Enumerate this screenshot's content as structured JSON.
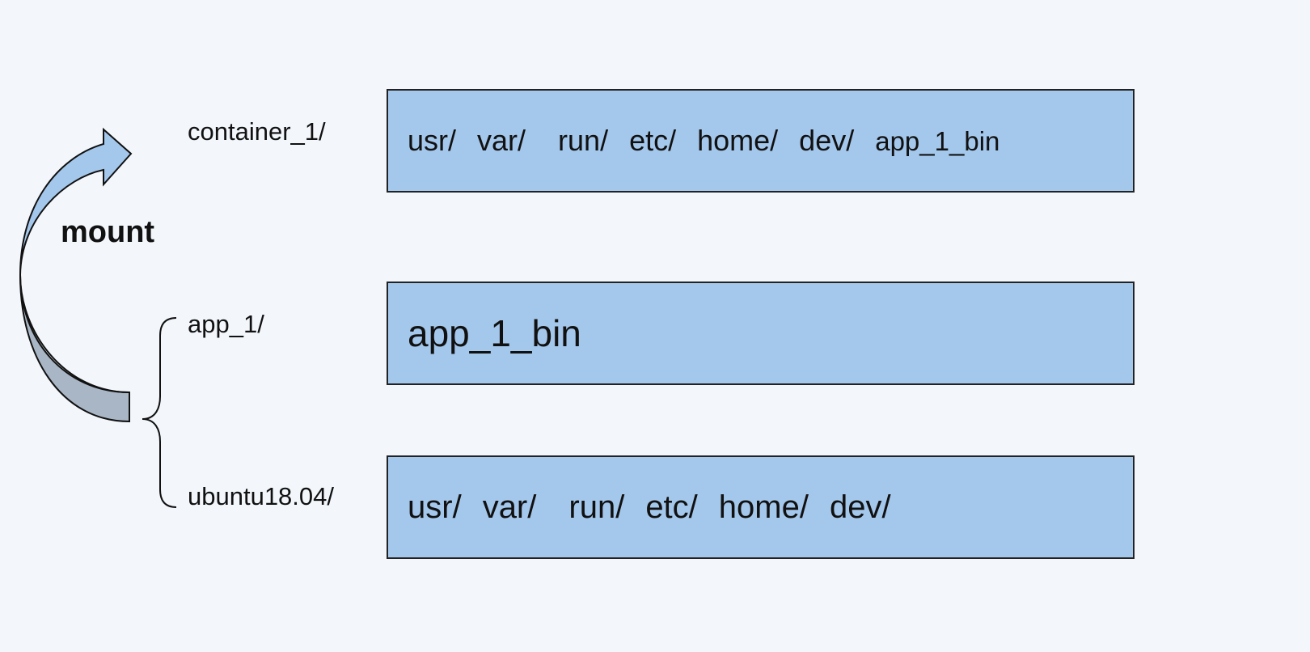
{
  "colors": {
    "background": "#f3f7fc",
    "layer_fill": "#a4c7ec",
    "layer_border": "#222222",
    "arrow_top_fill": "#a4c7ec",
    "arrow_bottom_fill": "#a9b6c6"
  },
  "mount_label": "mount",
  "labels": {
    "container": "container_1/",
    "app": "app_1/",
    "ubuntu": "ubuntu18.04/"
  },
  "layers": {
    "container": [
      "usr/",
      "var/",
      "run/",
      "etc/",
      "home/",
      "dev/",
      "app_1_bin"
    ],
    "app": [
      "app_1_bin"
    ],
    "ubuntu": [
      "usr/",
      "var/",
      "run/",
      "etc/",
      "home/",
      "dev/"
    ]
  },
  "icons": {
    "mount_arrow": "curved-up-arrow-icon",
    "brace": "left-curly-brace-icon"
  }
}
